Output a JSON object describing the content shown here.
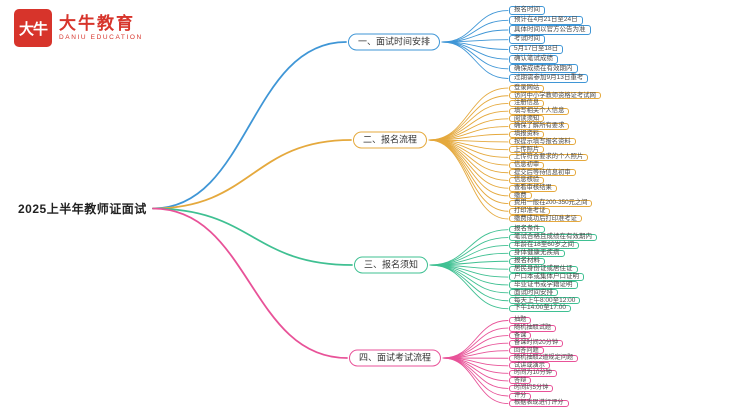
{
  "logo": {
    "badge_text": "大牛",
    "name": "大牛教育",
    "subtitle": "DANIU EDUCATION",
    "color": "#d7342b"
  },
  "root": {
    "label": "2025上半年教师证面试"
  },
  "branches": [
    {
      "label": "一、面试时间安排",
      "color": "#3f96d6",
      "leaves": [
        "报名时间",
        "预计在4月21日至24日",
        "具体时间以官方公告为准",
        "考试时间",
        "5月17日至18日",
        "确认笔试成绩",
        "确保成绩在有效期内",
        "过期需参加9月13日重考"
      ]
    },
    {
      "label": "二、报名流程",
      "color": "#e5a93d",
      "leaves": [
        "登录网站",
        "访问中小学教师资格证考试网",
        "注册信息",
        "填写相关个人信息",
        "阅读须知",
        "确保了解所有要求",
        "填报资料",
        "按提示填写报名资料",
        "上传照片",
        "上传符合要求的个人照片",
        "信息初审",
        "提交后等待信息初审",
        "信息核验",
        "查看审核结果",
        "缴费",
        "费用一般在200-350元之间",
        "打印准考证",
        "缴费成功后打印准考证"
      ]
    },
    {
      "label": "三、报名须知",
      "color": "#3fc092",
      "leaves": [
        "报名条件",
        "笔试合格且成绩在有效期内",
        "年龄在18至60岁之间",
        "身体健康无疾病",
        "报名材料",
        "居民身份证或居住证",
        "户口本或集体户口证明",
        "毕业证书或学籍证明",
        "面试时间安排",
        "每天上午8:00至12:00",
        "下午14:00至17:00"
      ]
    },
    {
      "label": "四、面试考试流程",
      "color": "#e85298",
      "leaves": [
        "抽题",
        "随机抽取试题",
        "备课",
        "备课时间20分钟",
        "回答问题",
        "随机抽取2道规定问题",
        "试讲或演示",
        "时间为10分钟",
        "答辩",
        "时间约5分钟",
        "评分",
        "根据表现进行评分"
      ]
    }
  ]
}
